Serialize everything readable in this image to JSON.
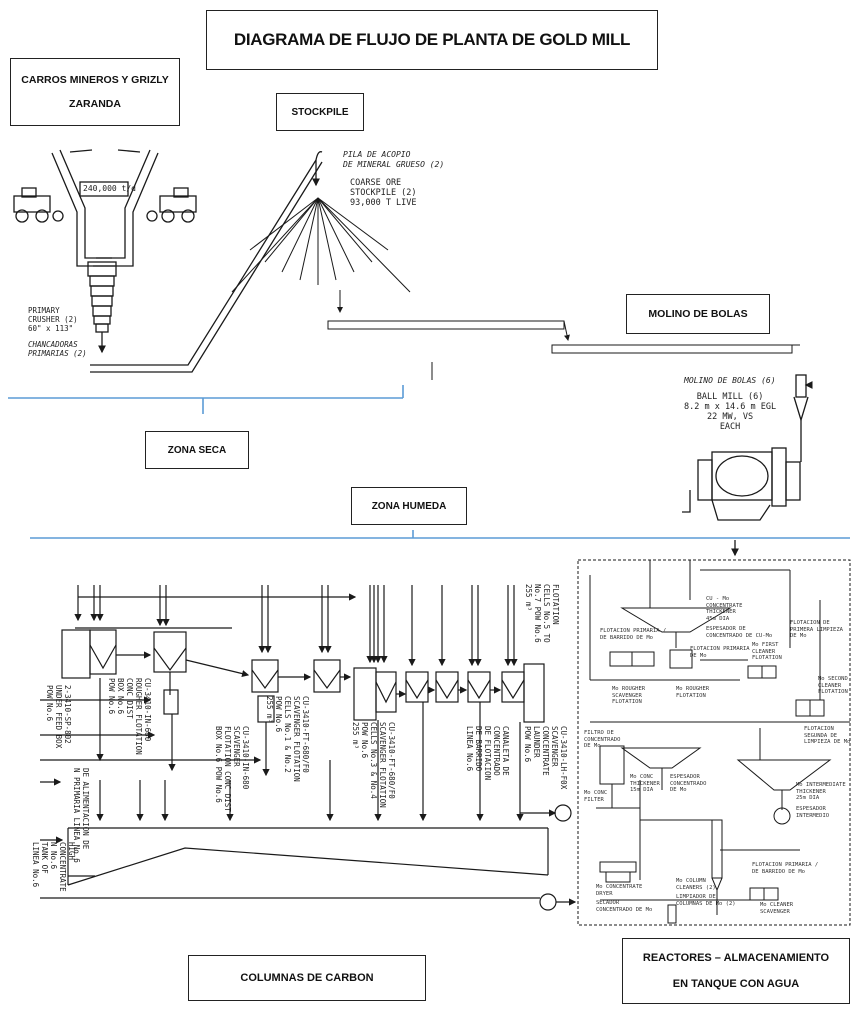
{
  "title": "DIAGRAMA DE FLUJO DE PLANTA DE GOLD MILL",
  "headings": {
    "carros": "CARROS MINEROS Y GRIZLY ZARANDA",
    "stockpile": "STOCKPILE",
    "molino": "MOLINO DE BOLAS",
    "zona_seca": "ZONA SECA",
    "zona_humeda": "ZONA HUMEDA",
    "columnas": "COLUMNAS DE CARBON",
    "reactores": "REACTORES – ALMACENAMIENTO EN TANQUE CON AGUA"
  },
  "annotations": {
    "hopper": "240,000 t/d",
    "primary_crusher": "PRIMARY\nCRUSHER (2)\n60\" x 113\"",
    "chancadoras": "CHANCADORAS\nPRIMARIAS (2)",
    "pila": "PILA DE ACOPIO\nDE MINERAL GRUESO (2)",
    "coarse_ore": "COARSE ORE\nSTOCKPILE (2)\n93,000 T LIVE",
    "molino_bolas": "MOLINO DE BOLAS (6)",
    "ball_mill": "BALL MILL (6)\n8.2 m x 14.6 m EGL\n22 MW, VS\nEACH"
  },
  "flotation_labels": {
    "l1": "2-3410-SP-802\nUNDER FEED BOX\nPOW No.6",
    "l2": "DE ALIMENTACION DE\nN PRIMARIA LINEA No.6",
    "l3": "CU-3410-IN-680\nROUGHER FLOTATION\nCONC DIST\nBOX No.6\nPOW No.6",
    "l4": "CU-3410-IN-680\nSCAVENGER\nFLOTATION CONC DIST\nBOX No.6 POW No.6",
    "l5": "CU-3410-FT-680/F0\nSCAVENGER FLOTATION\nCELLS No.1 & No.2\nPOW No.6\n255 m³",
    "l6": "CU-3410-FT-680/F0\nSCAVENGER FLOTATION\nCELLS No.3 & No.4\nPOW No.6\n255 m³",
    "l7": "CANALETA DE\nCONCENTRADO\nDE FLOTACION\nDE BARRIDO\nLINEA No.6",
    "l8": "CU-3410-LH-F0X\nSCAVENGER\nCONCENTRATE\nLAUNDER\nPOW No.6",
    "l9": "FLOTATION\nCELLS No.5 TO\nNo.7 POW No.6\n255 m³",
    "l10": "HIGH\nCONCENTRATE\nN No.6\nTANK OF\nLINEA No.6"
  },
  "reactor_labels": {
    "r1": "CU - Mo\nCONCENTRATE\nTHICKENER\n45m DIA",
    "r2": "ESPESADOR DE\nCONCENTRADO DE CU-Mo",
    "r3": "FLOTACION PRIMARIA /\nDE BARRIDO DE Mo",
    "r4": "Mo ROUGHER\nSCAVENGER\nFLOTATION",
    "r5": "FLOTACION PRIMARIA\nDE Mo",
    "r6": "Mo ROUGHER\nFLOTATION",
    "r7": "Mo FIRST\nCLEANER\nFLOTATION",
    "r8": "FLOTACION DE\nPRIMERA LIMPIEZA\nDE Mo",
    "r9": "Mo SECOND\nCLEANER\nFLOTATION",
    "r10": "FLOTACION\nSEGUNDA DE\nLIMPIEZA DE Mo",
    "r11": "FILTRO DE\nCONCENTRADO\nDE Mo",
    "r12": "Mo CONC\nFILTER",
    "r13": "Mo CONC\nTHICKENER\n15m DIA",
    "r14": "ESPESADOR\nCONCENTRADO\nDE Mo",
    "r15": "Mo INTERMEDIATE\nTHICKENER\n25m DIA",
    "r16": "ESPESADOR\nINTERMEDIO",
    "r17": "Mo CONCENTRATE\nDRYER",
    "r18": "SECADOR\nCONCENTRADO DE Mo",
    "r19": "Mo COLUMN\nCLEANERS (2)",
    "r20": "LIMPIADOR DE\nCOLUMNAS DE Mo (2)",
    "r21": "FLOTACION PRIMARIA /\nDE BARRIDO DE Mo",
    "r22": "Mo CLEANER\nSCAVENGER"
  },
  "colors": {
    "line": "#1a1a1a",
    "zone_line": "#5b9bd5",
    "box_border": "#222222"
  }
}
